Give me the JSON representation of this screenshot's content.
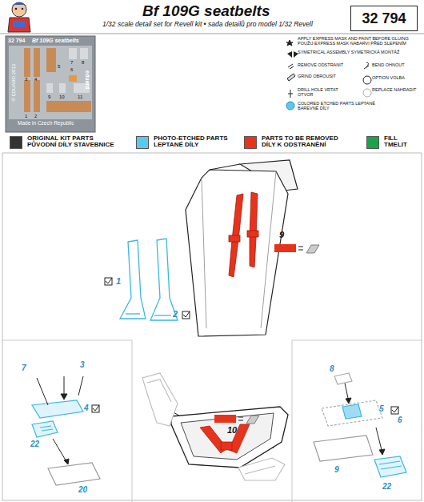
{
  "diagram": {
    "title": "Bf 109G seatbelts",
    "nodes": [
      {
        "text": [
          "32 794"
        ]
      }
    ],
    "labels": [
      "1/32 scale detail set for Revell kit • sada detailů pro model 1/32 Revell",
      "32 794",
      "Bf 109G seatbelts",
      "© EDUARD 2013",
      "eduard",
      "Made in Czech Republic",
      "1",
      "2",
      "3",
      "4",
      "5",
      "6",
      "7",
      "8",
      "9",
      "10",
      "11",
      "9",
      "1",
      "2",
      "7",
      "3",
      "4",
      "22",
      "20",
      "10",
      "8",
      "5",
      "6",
      "9",
      "22"
    ],
    "legend": [
      {
        "text": "APPLY EXPRESS MASK AND PAINT BEFORE GLUING POUŽIJ EXPRESS MASK NABARVI PŘED SLEPENÍM"
      },
      {
        "text": "SYMETRICAL ASSEMBLY SYMETRICKÁ MONTÁŽ"
      },
      {
        "text": "REMOVE ODSTRANIT"
      },
      {
        "text": "BEND OHNOUT"
      },
      {
        "text": "GRIND OBROUSIT"
      },
      {
        "text": "OPTION VOLBA"
      },
      {
        "text": "DRILL HOLE VRTAT OTVOR"
      },
      {
        "text": "REPLACE NAHRADIT"
      },
      {
        "text": "COLORED ETCHED PARTS LEPTANÉ BAREVNÉ DÍLY"
      },
      {
        "text": "ORIGINAL KIT PARTS PŮVODNÍ DÍLY STAVEBNICE",
        "color": "#333333"
      },
      {
        "text": "PHOTO-ETCHED PARTS LEPTANÉ DÍLY",
        "color": "#5bc8ec"
      },
      {
        "text": "PARTS TO BE REMOVED DÍLY K ODSTRANĚNÍ",
        "color": "#e8331c"
      },
      {
        "text": "FILL TMELIT",
        "color": "#1ba34a"
      }
    ]
  }
}
